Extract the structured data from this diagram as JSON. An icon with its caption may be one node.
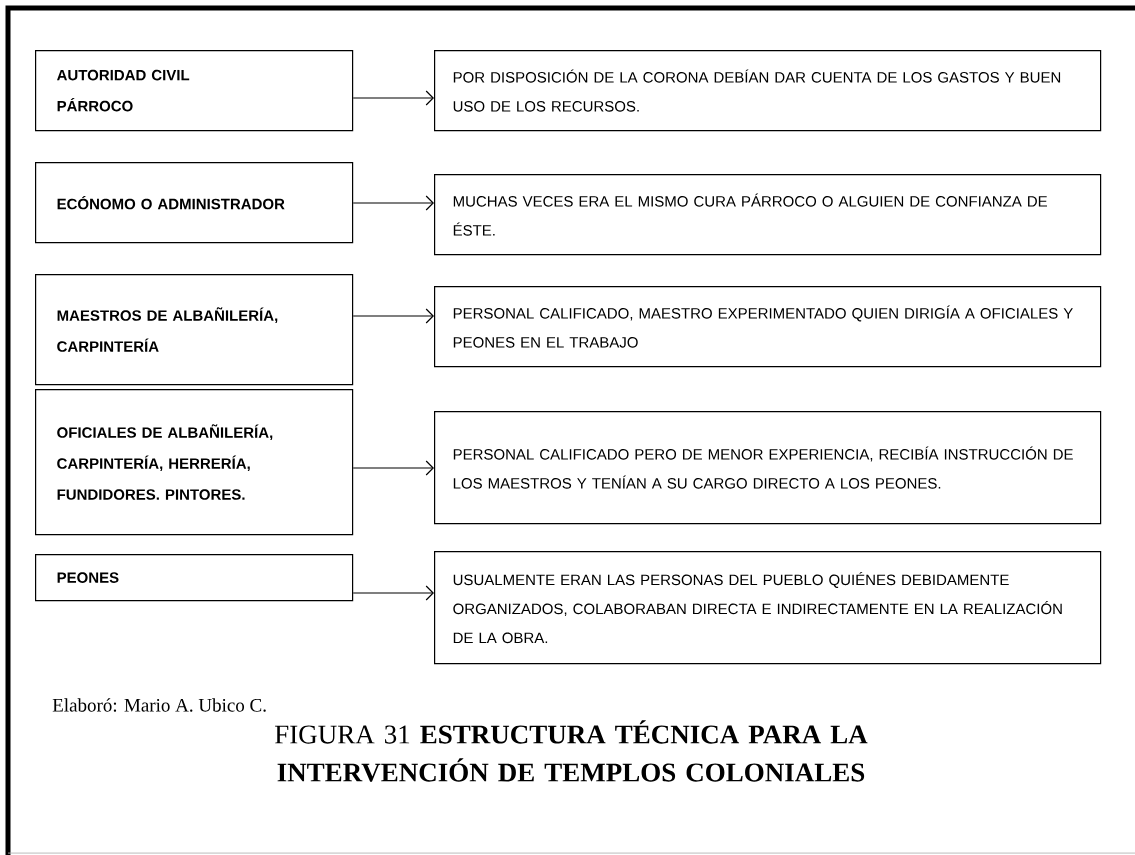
{
  "diagram": {
    "caption": "FIGURA 31 **ESTRUCTURA TÉCNICA PARA LA INTERVENCIÓN DE TEMPLOS COLONIALES**",
    "nodes": [
      {
        "text": [
          "AUTORIDAD CIVIL",
          "PÁRROCO"
        ]
      },
      {
        "text": [
          "POR DISPOSICIÓN DE LA CORONA DEBÍAN DAR CUENTA DE LOS GASTOS Y BUEN USO DE LOS RECURSOS."
        ]
      },
      {
        "text": [
          "ECÓNOMO O ADMINISTRADOR"
        ]
      },
      {
        "text": [
          "MUCHAS VECES ERA EL MISMO CURA PÁRROCO O ALGUIEN DE CONFIANZA DE ÉSTE."
        ]
      },
      {
        "text": [
          "MAESTROS DE ALBAÑILERÍA, CARPINTERÍA"
        ]
      },
      {
        "text": [
          "PERSONAL CALIFICADO, MAESTRO EXPERIMENTADO QUIEN DIRIGÍA A OFICIALES Y PEONES EN EL TRABAJO"
        ]
      },
      {
        "text": [
          "OFICIALES DE ALBAÑILERÍA, CARPINTERÍA, HERRERÍA, FUNDIDORES. PINTORES."
        ]
      },
      {
        "text": [
          "PERSONAL CALIFICADO PERO DE MENOR EXPERIENCIA, RECIBÍA INSTRUCCIÓN DE LOS MAESTROS Y TENÍAN A SU CARGO DIRECTO A LOS PEONES."
        ]
      },
      {
        "text": [
          "PEONES"
        ]
      },
      {
        "text": [
          "USUALMENTE ERAN LAS PERSONAS DEL PUEBLO QUIÉNES DEBIDAMENTE ORGANIZADOS, COLABORABAN DIRECTA E INDIRECTAMENTE EN LA REALIZACIÓN DE LA OBRA."
        ]
      }
    ],
    "edges": [
      {
        "from": 0,
        "to": 1,
        "arrow": "to"
      },
      {
        "from": 2,
        "to": 3,
        "arrow": "to"
      },
      {
        "from": 4,
        "to": 5,
        "arrow": "to"
      },
      {
        "from": 6,
        "to": 7,
        "arrow": "to"
      },
      {
        "from": 8,
        "to": 9,
        "arrow": "to"
      }
    ],
    "labels": [
      "Elaboró: Mario A. Ubico C."
    ]
  }
}
